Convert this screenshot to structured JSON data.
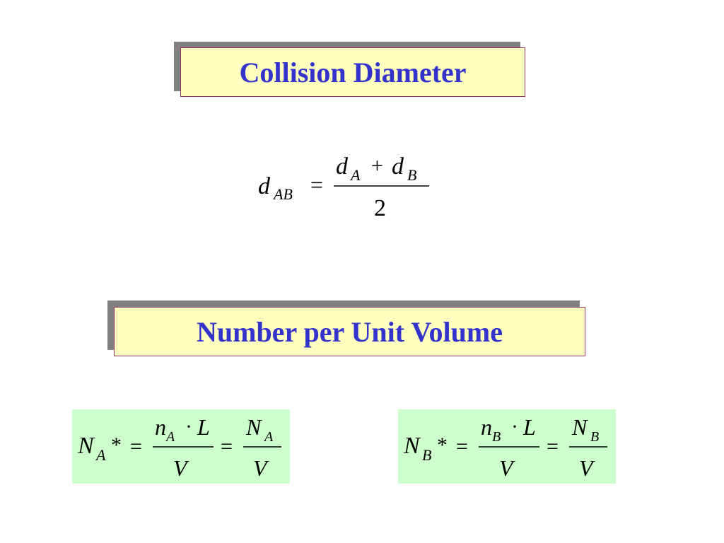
{
  "title1": {
    "text": "Collision Diameter"
  },
  "title2": {
    "text": "Number per Unit Volume"
  },
  "eq1": {
    "lhs": "d",
    "lhs_sub": "AB",
    "eq": "=",
    "num_a": "d",
    "num_a_sub": "A",
    "plus": "+",
    "num_b": "d",
    "num_b_sub": "B",
    "den": "2"
  },
  "eqA": {
    "lhs": "N",
    "lhs_sub": "A",
    "star": "*",
    "eq": "=",
    "f1_num_n": "n",
    "f1_num_sub": "A",
    "dot": "·",
    "f1_num_L": "L",
    "f1_den": "V",
    "eq2": "=",
    "f2_num": "N",
    "f2_num_sub": "A",
    "f2_den": "V"
  },
  "eqB": {
    "lhs": "N",
    "lhs_sub": "B",
    "star": "*",
    "eq": "=",
    "f1_num_n": "n",
    "f1_num_sub": "B",
    "dot": "·",
    "f1_num_L": "L",
    "f1_den": "V",
    "eq2": "=",
    "f2_num": "N",
    "f2_num_sub": "B",
    "f2_den": "V"
  },
  "colors": {
    "title_text": "#3333cc",
    "title_fill": "#ffffc0",
    "title_border": "#993366",
    "shadow": "#808080",
    "equation_fill": "#ccffcc"
  }
}
